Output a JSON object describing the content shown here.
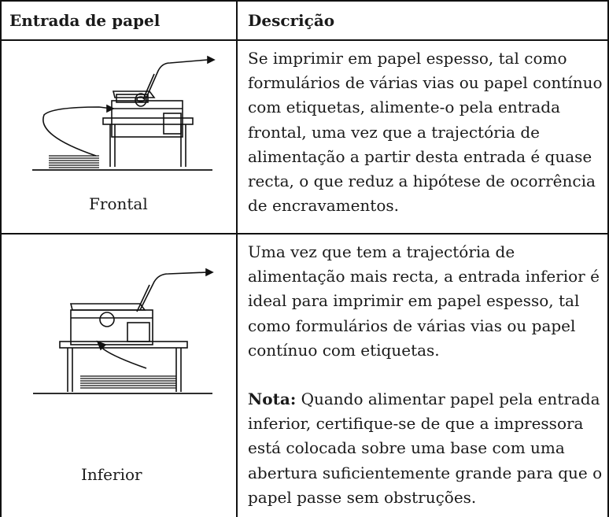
{
  "table": {
    "headers": [
      "Entrada de papel",
      "Descrição"
    ],
    "rows": [
      {
        "caption": "Frontal",
        "illustration_icon": "printer-front-feed-icon",
        "paragraphs": [
          "Se imprimir em papel espesso, tal como formulários de várias vias ou papel contínuo com etiquetas, alimente-o pela entrada frontal, uma vez que a trajectória de alimentação a partir desta entrada é quase recta, o que reduz a hipótese de ocorrência de encravamentos."
        ]
      },
      {
        "caption": "Inferior",
        "illustration_icon": "printer-bottom-feed-icon",
        "paragraphs": [
          "Uma vez que tem a trajectória de alimentação mais recta, a entrada inferior é ideal para imprimir em papel espesso, tal como formulários de várias vias ou papel contínuo com etiquetas."
        ],
        "note_label": "Nota:",
        "note_text": "Quando alimentar papel pela entrada inferior, certifique-se de que a impressora está colocada sobre uma base com uma abertura suficientemente grande para que o papel passe sem obstruções."
      }
    ]
  }
}
